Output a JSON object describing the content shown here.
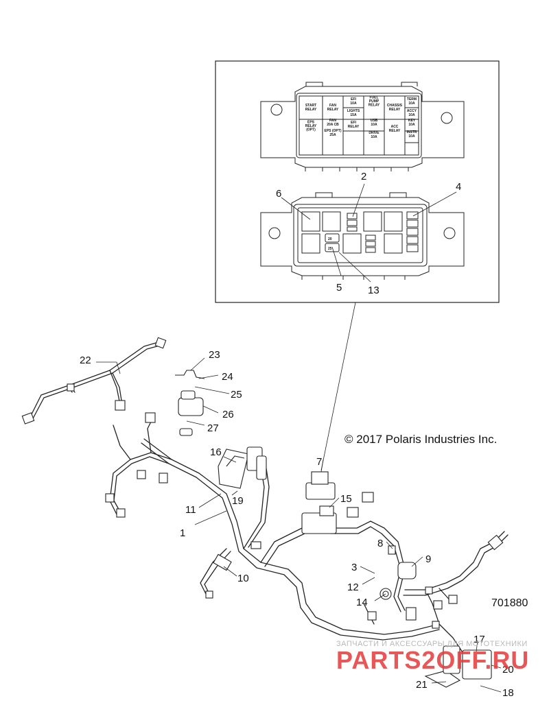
{
  "copyright": "© 2017 Polaris Industries Inc.",
  "figure_number": "701880",
  "watermark": {
    "tagline": "ЗАПЧАСТИ И АКСЕССУАРЫ ДЛЯ МОТОТЕХНИКИ",
    "brand": "PARTS2OFF.RU"
  },
  "fuse_box": {
    "cells": [
      [
        "START",
        "RELAY"
      ],
      [
        "FAN",
        "RELAY"
      ],
      [
        "EFI",
        "10A"
      ],
      [
        "FUEL",
        "PUMP",
        "RELAY"
      ],
      [
        "CHASSIS",
        "RELAY"
      ],
      [
        "TERM",
        "10A"
      ],
      [
        "LIGHTS",
        "15A"
      ],
      [
        "ACCY",
        "10A"
      ],
      [
        "EPS",
        "RELAY",
        "(OPT)"
      ],
      [
        "FAN",
        "20A CB"
      ],
      [
        "EPS (OPT)",
        "25A"
      ],
      [
        "EFI",
        "RELAY"
      ],
      [
        "USB",
        "10A"
      ],
      [
        "DRIVE",
        "10A"
      ],
      [
        "ACC",
        "RELAY"
      ],
      [
        "KEY",
        "10A"
      ],
      [
        "INSTR",
        "10A"
      ]
    ]
  },
  "callouts": [
    "1",
    "2",
    "3",
    "4",
    "5",
    "6",
    "7",
    "8",
    "9",
    "10",
    "11",
    "12",
    "13",
    "14",
    "15",
    "16",
    "17",
    "18",
    "19",
    "20",
    "21",
    "22",
    "23",
    "24",
    "25",
    "26",
    "27"
  ]
}
